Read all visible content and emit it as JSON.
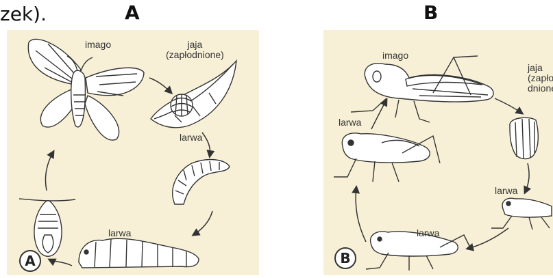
{
  "heading": {
    "fragment": "zek).",
    "panel_a": "A",
    "panel_b": "B"
  },
  "diagram_a": {
    "badge": "A",
    "labels": {
      "imago": "imago",
      "eggs": "jaja\n(zapłodnione)",
      "larva_1": "larwa",
      "larva_2": "larwa"
    },
    "background": "#f7f0d6"
  },
  "diagram_b": {
    "badge": "B",
    "labels": {
      "imago": "imago",
      "eggs": "jaja\n(zapło\ndnione",
      "larva_1": "larwa",
      "larva_2": "larwa",
      "larva_3": "larwa"
    },
    "background": "#f7f0d6"
  }
}
